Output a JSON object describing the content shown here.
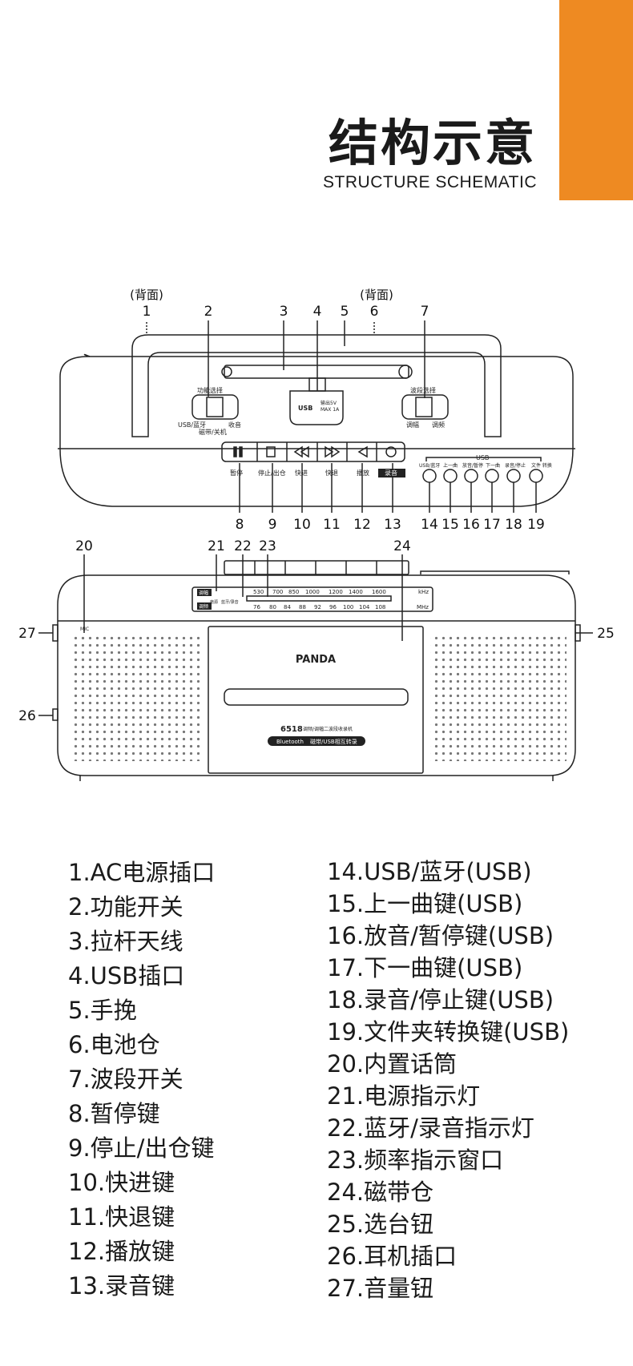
{
  "header": {
    "title_cn": "结构示意",
    "title_en": "STRUCTURE SCHEMATIC",
    "accent_color": "#ee8a22"
  },
  "diagram": {
    "back_label": "(背面)",
    "top_numbers": [
      "1",
      "2",
      "3",
      "4",
      "5",
      "6",
      "7"
    ],
    "bottom_numbers": [
      "8",
      "9",
      "10",
      "11",
      "12",
      "13",
      "14",
      "15",
      "16",
      "17",
      "18",
      "19"
    ],
    "front_numbers": [
      "20",
      "21",
      "22",
      "23",
      "24",
      "25",
      "26",
      "27"
    ],
    "function_switch": {
      "title": "功能选择",
      "left": "USB/蓝牙",
      "right": "收音",
      "bottom": "磁带/关机"
    },
    "band_switch": {
      "title": "波段选择",
      "left": "调幅",
      "right": "调频"
    },
    "usb_port_text": [
      "输出5V",
      "MAX 1A"
    ],
    "usb_port_label": "USB",
    "transport_labels": [
      "暂停",
      "停止/出仓",
      "快进",
      "快退",
      "播放",
      "录音"
    ],
    "usb_group_label": "USB",
    "usb_button_labels": [
      "USB/蓝牙",
      "上一曲",
      "放音/暂停",
      "下一曲",
      "录音/停止",
      "文件\n转换"
    ],
    "am_label": "调幅",
    "fm_label": "调频",
    "am_freqs": [
      "530",
      "700",
      "850",
      "1000",
      "1200",
      "1400",
      "1600"
    ],
    "am_unit": "kHz",
    "fm_freqs": [
      "76",
      "80",
      "84",
      "88",
      "92",
      "96",
      "100",
      "104",
      "108"
    ],
    "fm_unit": "MHz",
    "indicator_labels": [
      "电源",
      "蓝牙/录音"
    ],
    "mic_label": "MIC",
    "brand": "PANDA",
    "model": "6518",
    "model_desc": "调频/调幅二波段收录机",
    "bluetooth_badge": "Bluetooth",
    "transfer_badge": "磁带/USB相互转录"
  },
  "legend": {
    "left": [
      "1.AC电源插口",
      "2.功能开关",
      "3.拉杆天线",
      "4.USB插口",
      "5.手挽",
      "6.电池仓",
      "7.波段开关",
      "8.暂停键",
      "9.停止/出仓键",
      "10.快进键",
      "11.快退键",
      "12.播放键",
      "13.录音键"
    ],
    "right": [
      "14.USB/蓝牙(USB)",
      "15.上一曲键(USB)",
      "16.放音/暂停键(USB)",
      "17.下一曲键(USB)",
      "18.录音/停止键(USB)",
      "19.文件夹转换键(USB)",
      "20.内置话筒",
      "21.电源指示灯",
      "22.蓝牙/录音指示灯",
      "23.频率指示窗口",
      "24.磁带仓",
      "25.选台钮",
      "26.耳机插口",
      "27.音量钮"
    ]
  }
}
